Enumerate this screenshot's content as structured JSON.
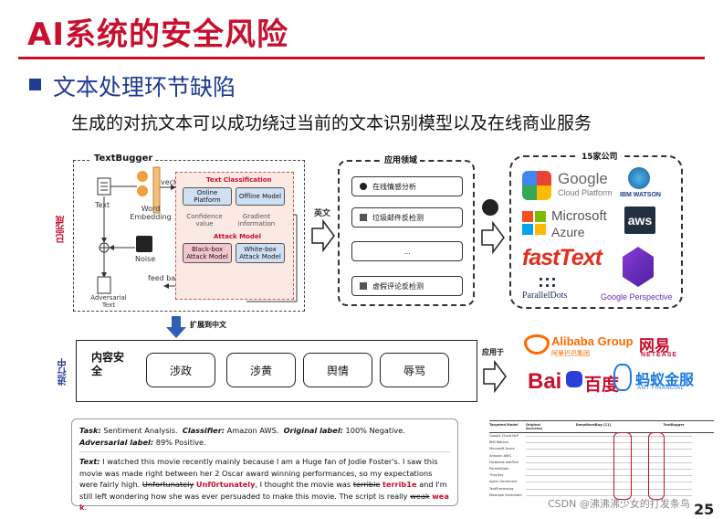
{
  "title": "AI系统的安全风险",
  "subtitle": "文本处理环节缺陷",
  "description": "生成的对抗文本可以成功绕过当前的文本识别模型以及在线商业服务",
  "side_labels": {
    "done": "已完成",
    "in_progress": "进行中"
  },
  "textbugger": {
    "title": "TextBugger",
    "text": "Text",
    "word_embedding": "Word Embedding",
    "vectors": "vectors",
    "noise": "Noise",
    "feedback": "feed back",
    "adversarial_text": "Adversarial Text",
    "text_classification": "Text Classification",
    "online_platform": "Online Platform",
    "offline_model": "Offline Model",
    "confidence_value": "Confidence value",
    "gradient_information": "Gradient information",
    "attack_model": "Attack Model",
    "black_box": "Black-box Attack Model",
    "white_box": "White-box Attack Model"
  },
  "english_label": "英文",
  "application": {
    "title": "应用领域",
    "items": [
      "在线情感分析",
      "垃圾邮件反检测",
      "...",
      "虚假评论反检测"
    ]
  },
  "companies": {
    "title": "15家公司",
    "google": "Google",
    "google_sub": "Cloud Platform",
    "ibm": "IBM WATSON",
    "microsoft": "Microsoft",
    "azure": "Azure",
    "aws": "aws",
    "fasttext": "fastText",
    "paralleldots": "ParallelDots",
    "perspective": "Google Perspective"
  },
  "extend_label": "扩展到中文",
  "chinese": {
    "heading": "内容安全",
    "categories": [
      "涉政",
      "涉黄",
      "舆情",
      "辱骂"
    ],
    "applied_to": "应用于",
    "alibaba": "Alibaba Group",
    "alibaba_cn": "阿里巴巴集团",
    "netease": "网易",
    "netease_en": "NETEASE",
    "baidu": "Bai",
    "baidu_cn": "百度",
    "ant": "蚂蚁金服",
    "ant_en": "ANT FINANCIAL"
  },
  "example": {
    "task_label": "Task:",
    "task": "Sentiment Analysis.",
    "classifier_label": "Classifier:",
    "classifier": "Amazon AWS.",
    "original_label": "Original label:",
    "original": "100% Negative.",
    "adversarial_label": "Adversarial label:",
    "adversarial": "89% Positive.",
    "text_label": "Text:",
    "text_part1": "I watched this movie recently mainly because I am a Huge fan of Jodie Foster's. I saw this movie was made right between her 2 Oscar award winning performances, so my expectations were fairly high.",
    "strike1": "Unfortunately",
    "adv1": "Unf0rtunately",
    "text_part2": ", I thought the movie was",
    "strike2": "terrible",
    "adv2": "terrib1e",
    "text_part3": "and I'm still left wondering how she was ever persuaded to make this movie. The script is really",
    "strike3": "weak",
    "adv3": "wea k",
    "text_part4": "."
  },
  "mini_table": {
    "headers": [
      "Targeted Model",
      "Original Accuracy",
      "DeepWordBug [11]",
      "TextBugger"
    ],
    "rows": [
      "Google Cloud NLP",
      "IBM Watson",
      "Microsoft Azure",
      "Amazon AWS",
      "Facebook fastText",
      "ParallelDots",
      "TheySay",
      "Aylien Sentiment",
      "TextProcessing",
      "Mashape Sentiment"
    ]
  },
  "watermark": "CSDN @沸沸沸少女的打发条鸟",
  "page_number": "25"
}
